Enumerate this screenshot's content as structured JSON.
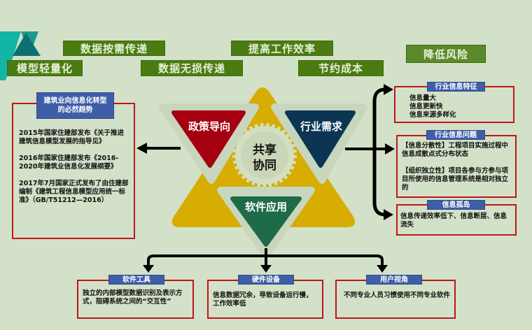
{
  "banners": {
    "b1": "数据按需传递",
    "b2": "提高工作效率",
    "b3": "模型轻量化",
    "b4": "数据无损传递",
    "b5": "节约成本",
    "b6": "降低风险"
  },
  "left": {
    "header": "建筑业向信息化转型的必然趋势",
    "items": [
      "2015年国家住建部发布《关于推进建筑信息模型发展的指导见》",
      "2016年国家住建部发布《2016-2020年建筑业信息化发展纲要》",
      "2017年7月国家正式发布了由住建部编制《建筑工程信息模型应用统一标准》（GB/T51212—2016）"
    ]
  },
  "center": {
    "policy": "政策导向",
    "industry": "行业需求",
    "software": "软件应用",
    "core": "共享协同"
  },
  "right": [
    {
      "header": "行业信息特征",
      "lines": [
        "信息量大",
        "信息更新快",
        "信息来源多样化"
      ]
    },
    {
      "header": "行业信息问题",
      "lines": [
        "【信息分散性】工程项目实施过程中信息成散点式分布状态",
        "【组织独立性】项目各参与方参与项目所使用的信息管理系统是相对独立的"
      ]
    },
    {
      "header": "信息孤岛",
      "lines": [
        "信息传递效率低下、信息断层、信息流失"
      ]
    }
  ],
  "bottom": [
    {
      "header": "软件工具",
      "text": "独立的内部模型数据识别及表示方式，阻碍系统之间的“交互性”"
    },
    {
      "header": "硬件设备",
      "text": "信息数据冗余，导致设备运行慢，工作效率低"
    },
    {
      "header": "用户视角",
      "text": "不同专业人员习惯使用不同专业软件"
    }
  ],
  "colors": {
    "banner": "#4b7c12",
    "header": "#3f5ea8",
    "border": "#c0161b",
    "yellow": "#d6ad00",
    "red": "#a50010",
    "navy": "#0b3552",
    "green": "#1e6b48"
  }
}
